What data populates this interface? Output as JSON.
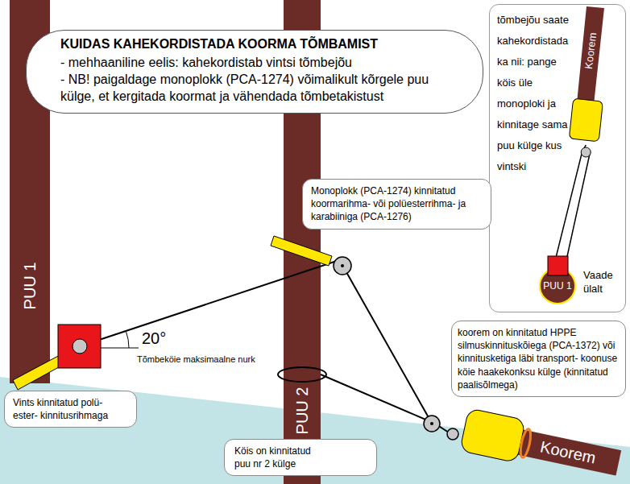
{
  "diagram": {
    "nodes": [
      {
        "text": [
          "KUIDAS KAHEKORDISTADA KOORMA TÕMBAMIST",
          "- mehhaaniline eelis: kahekordistab vintsi tõmbejõu",
          "- NB! paigaldage monoplokk (PCA-1274) võimalikult kõrgele puu külge, et kergitada koormat ja vähendada tõmbetakistust"
        ]
      },
      {
        "text": [
          "PUU 1"
        ]
      },
      {
        "text": [
          "PUU 2"
        ]
      },
      {
        "text": [
          "Monoplokk (PCA-1274) kinnitatud koormarihma- või polüesterrihma- ja karabiiniga (PCA-1276)"
        ]
      },
      {
        "text": [
          "Vints kinnitatud polü- ester- kinnitusrihmaga"
        ]
      },
      {
        "text": [
          "Köis on kinnitatud puu nr 2 külge"
        ]
      },
      {
        "text": [
          "koorem on kinnitatud HPPE silmuskinnituskõiega (PCA-1372) või kinnitusketiga läbi transport- koonuse köie haakekonksu külge (kinnitatud paalisõlmega)"
        ]
      },
      {
        "text": [
          "Koorem"
        ]
      },
      {
        "text": [
          "tõmbejõu saate kahekordistada ka nii: pange köis üle monoploki ja kinnitage sama puu külge kus vintski",
          "Vaade ülalt"
        ]
      },
      {
        "text": [
          "Koorem"
        ],
        "in": 8
      },
      {
        "text": [
          "PUU 1"
        ],
        "in": 8
      }
    ],
    "edges": [
      {
        "from": 2,
        "to": 7,
        "arrow": "none"
      },
      {
        "from": 9,
        "to": 10,
        "arrow": "none"
      }
    ],
    "labels": [
      "20°",
      "Tõmbeköie maksimaalne nurk"
    ]
  }
}
